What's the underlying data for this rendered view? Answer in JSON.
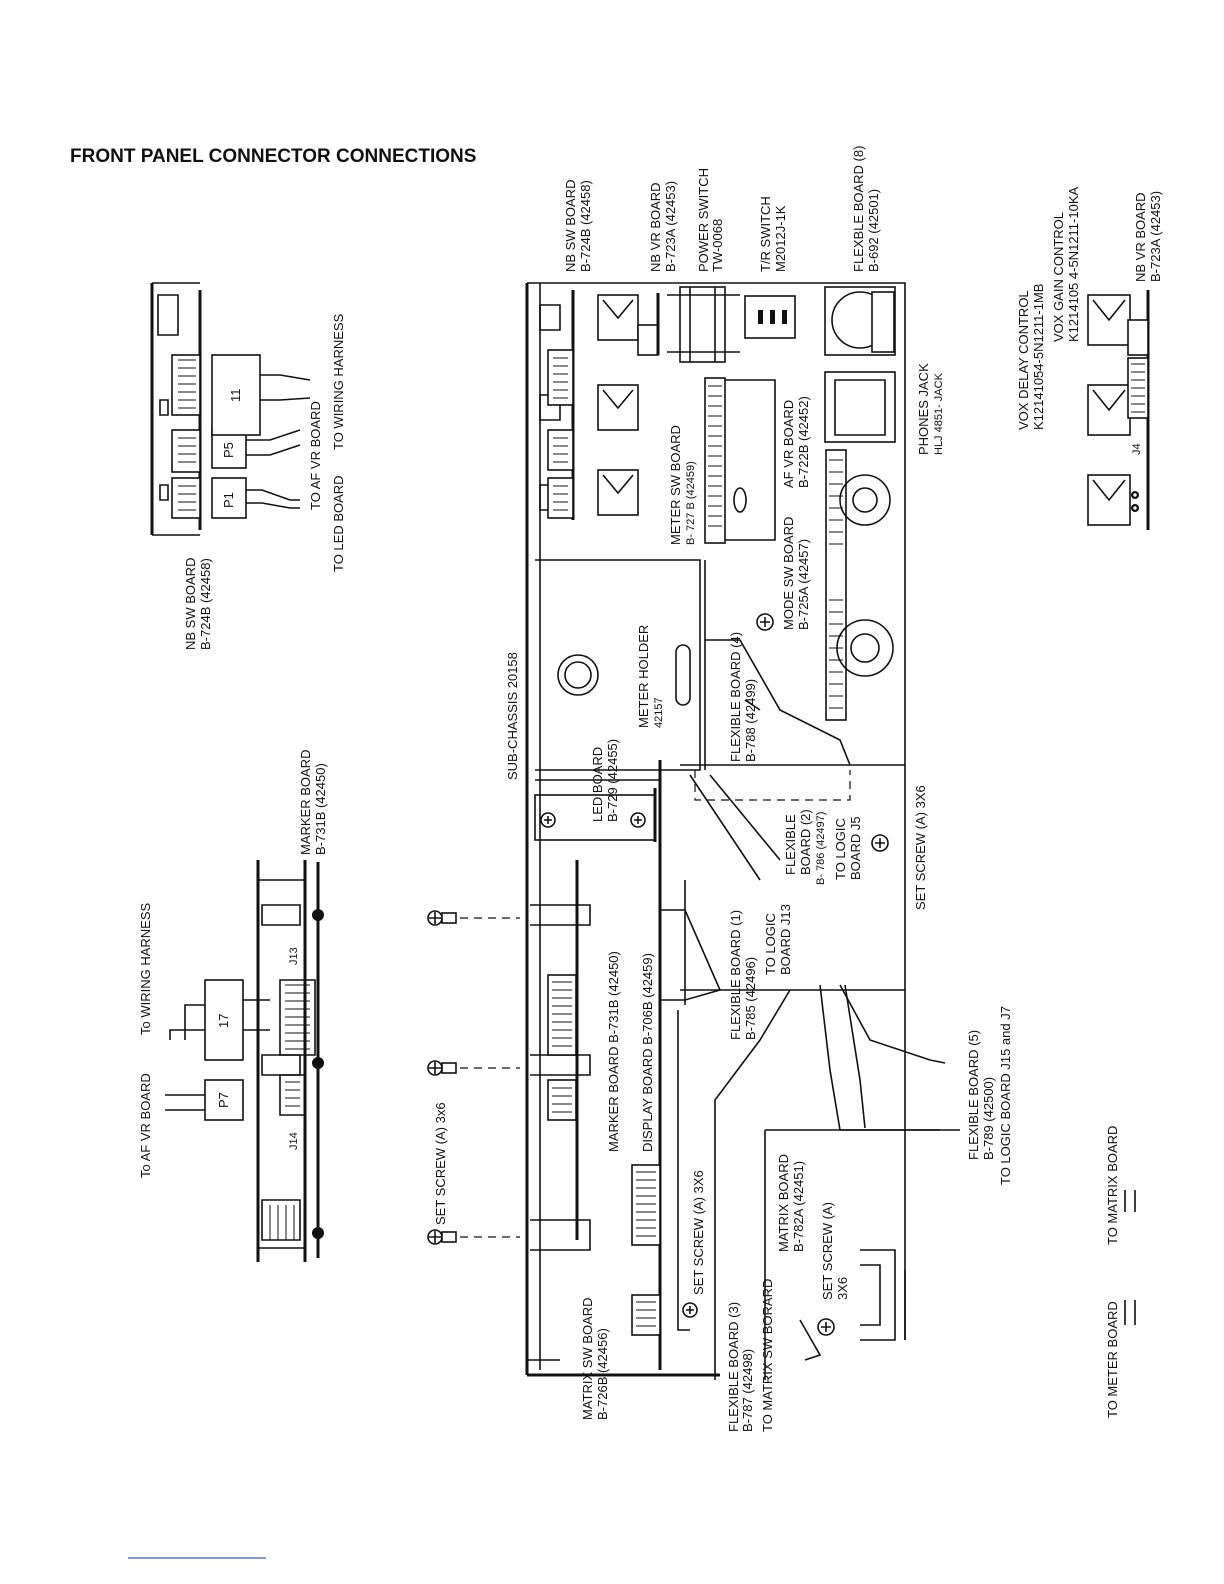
{
  "title": "FRONT PANEL CONNECTOR CONNECTIONS",
  "labels": {
    "nb_sw_top_1": "NB SW BOARD",
    "nb_sw_top_2": "B-724B (42458)",
    "nb_vr_top_1": "NB VR BOARD",
    "nb_vr_top_2": "B-723A (42453)",
    "power_sw_1": "POWER SWITCH",
    "power_sw_2": "TW-0068",
    "tr_sw_1": "T/R SWITCH",
    "tr_sw_2": "M2012J-1K",
    "flex8_1": "FLEXBLE BOARD (8)",
    "flex8_2": "B-692 (42501)",
    "vox_delay_1": "VOX DELAY CONTROL",
    "vox_delay_2": "K12141054-5N1211-1MB",
    "vox_gain_1": "VOX GAIN CONTROL",
    "vox_gain_2": "K1214105 4-5N1211-10KA",
    "nb_vr_right_1": "NB VR BOARD",
    "nb_vr_right_2": "B-723A (42453)",
    "j4": "J4",
    "phones_1": "PHONES JACK",
    "phones_2": "HLJ 4851- JACK",
    "meter_sw_1": "METER SW BOARD",
    "meter_sw_2": "B- 727 B (42459)",
    "af_vr_1": "AF VR BOARD",
    "af_vr_2": "B-722B (42452)",
    "mode_sw_1": "MODE SW BOARD",
    "mode_sw_2": "B-725A (42457)",
    "flex4_1": "FLEXIBLE BOARD (4)",
    "flex4_2": "B-788 (42499)",
    "meter_holder_1": "METER HOLDER",
    "meter_holder_2": "42157",
    "sub_chassis": "SUB-CHASSIS 20158",
    "led_board_1": "LED BOARD",
    "led_board_2": "B-729 (42455)",
    "flex2_1": "FLEXIBLE",
    "flex2_2": "BOARD (2)",
    "flex2_3": "B- 786 (42497)",
    "to_logic_j5_1": "TO LOGIC",
    "to_logic_j5_2": "BOARD J5",
    "set_screw_a_3x6": "SET SCREW (A) 3X6",
    "flex1_1": "FLEXIBLE BOARD (1)",
    "flex1_2": "B-785 (42496)",
    "to_logic_j13_1": "TO LOGIC",
    "to_logic_j13_2": "BOARD J13",
    "flex5_1": "FLEXIBLE BOARD (5)",
    "flex5_2": "B-789 (42500)",
    "flex5_3": "TO LOGIC BOARD J15 and J7",
    "marker_board_mid": "MARKER BOARD B-731B (42450)",
    "display_board": "DISPLAY BOARD B-706B (42459)",
    "set_screw_lower": "SET SCREW (A) 3X6",
    "matrix_board_1": "MATRIX BOARD",
    "matrix_board_2": "B-782A (42451)",
    "set_screw_a_1": "SET SCREW (A)",
    "set_screw_a_2": "3X6",
    "matrix_sw_1": "MATRIX SW BOARD",
    "matrix_sw_2": "B-726B (42456)",
    "flex3_1": "FLEXIBLE BOARD (3)",
    "flex3_2": "B-787 (42498)",
    "flex3_3": "TO MATRIX SW BORARD",
    "to_meter_board": "TO METER BOARD",
    "to_matrix_board": "TO MATRIX BOARD",
    "nb_sw_left_1": "NB SW BOARD",
    "nb_sw_left_2": "B-724B (42458)",
    "conn_p1": "P1",
    "conn_p5": "P5",
    "conn_11": "11",
    "to_af_vr_top": "TO AF VR BOARD",
    "to_led_top": "TO LED BOARD",
    "to_wiring_top": "TO WIRING HARNESS",
    "marker_board_left_1": "MARKER BOARD",
    "marker_board_left_2": "B-731B (42450)",
    "j13": "J13",
    "j14": "J14",
    "conn_17": "17",
    "conn_p7": "P7",
    "to_af_vr_bottom": "To AF VR BOARD",
    "to_wiring_bottom": "To WIRING HARNESS",
    "set_screw_left": "SET SCREW (A) 3x6"
  }
}
